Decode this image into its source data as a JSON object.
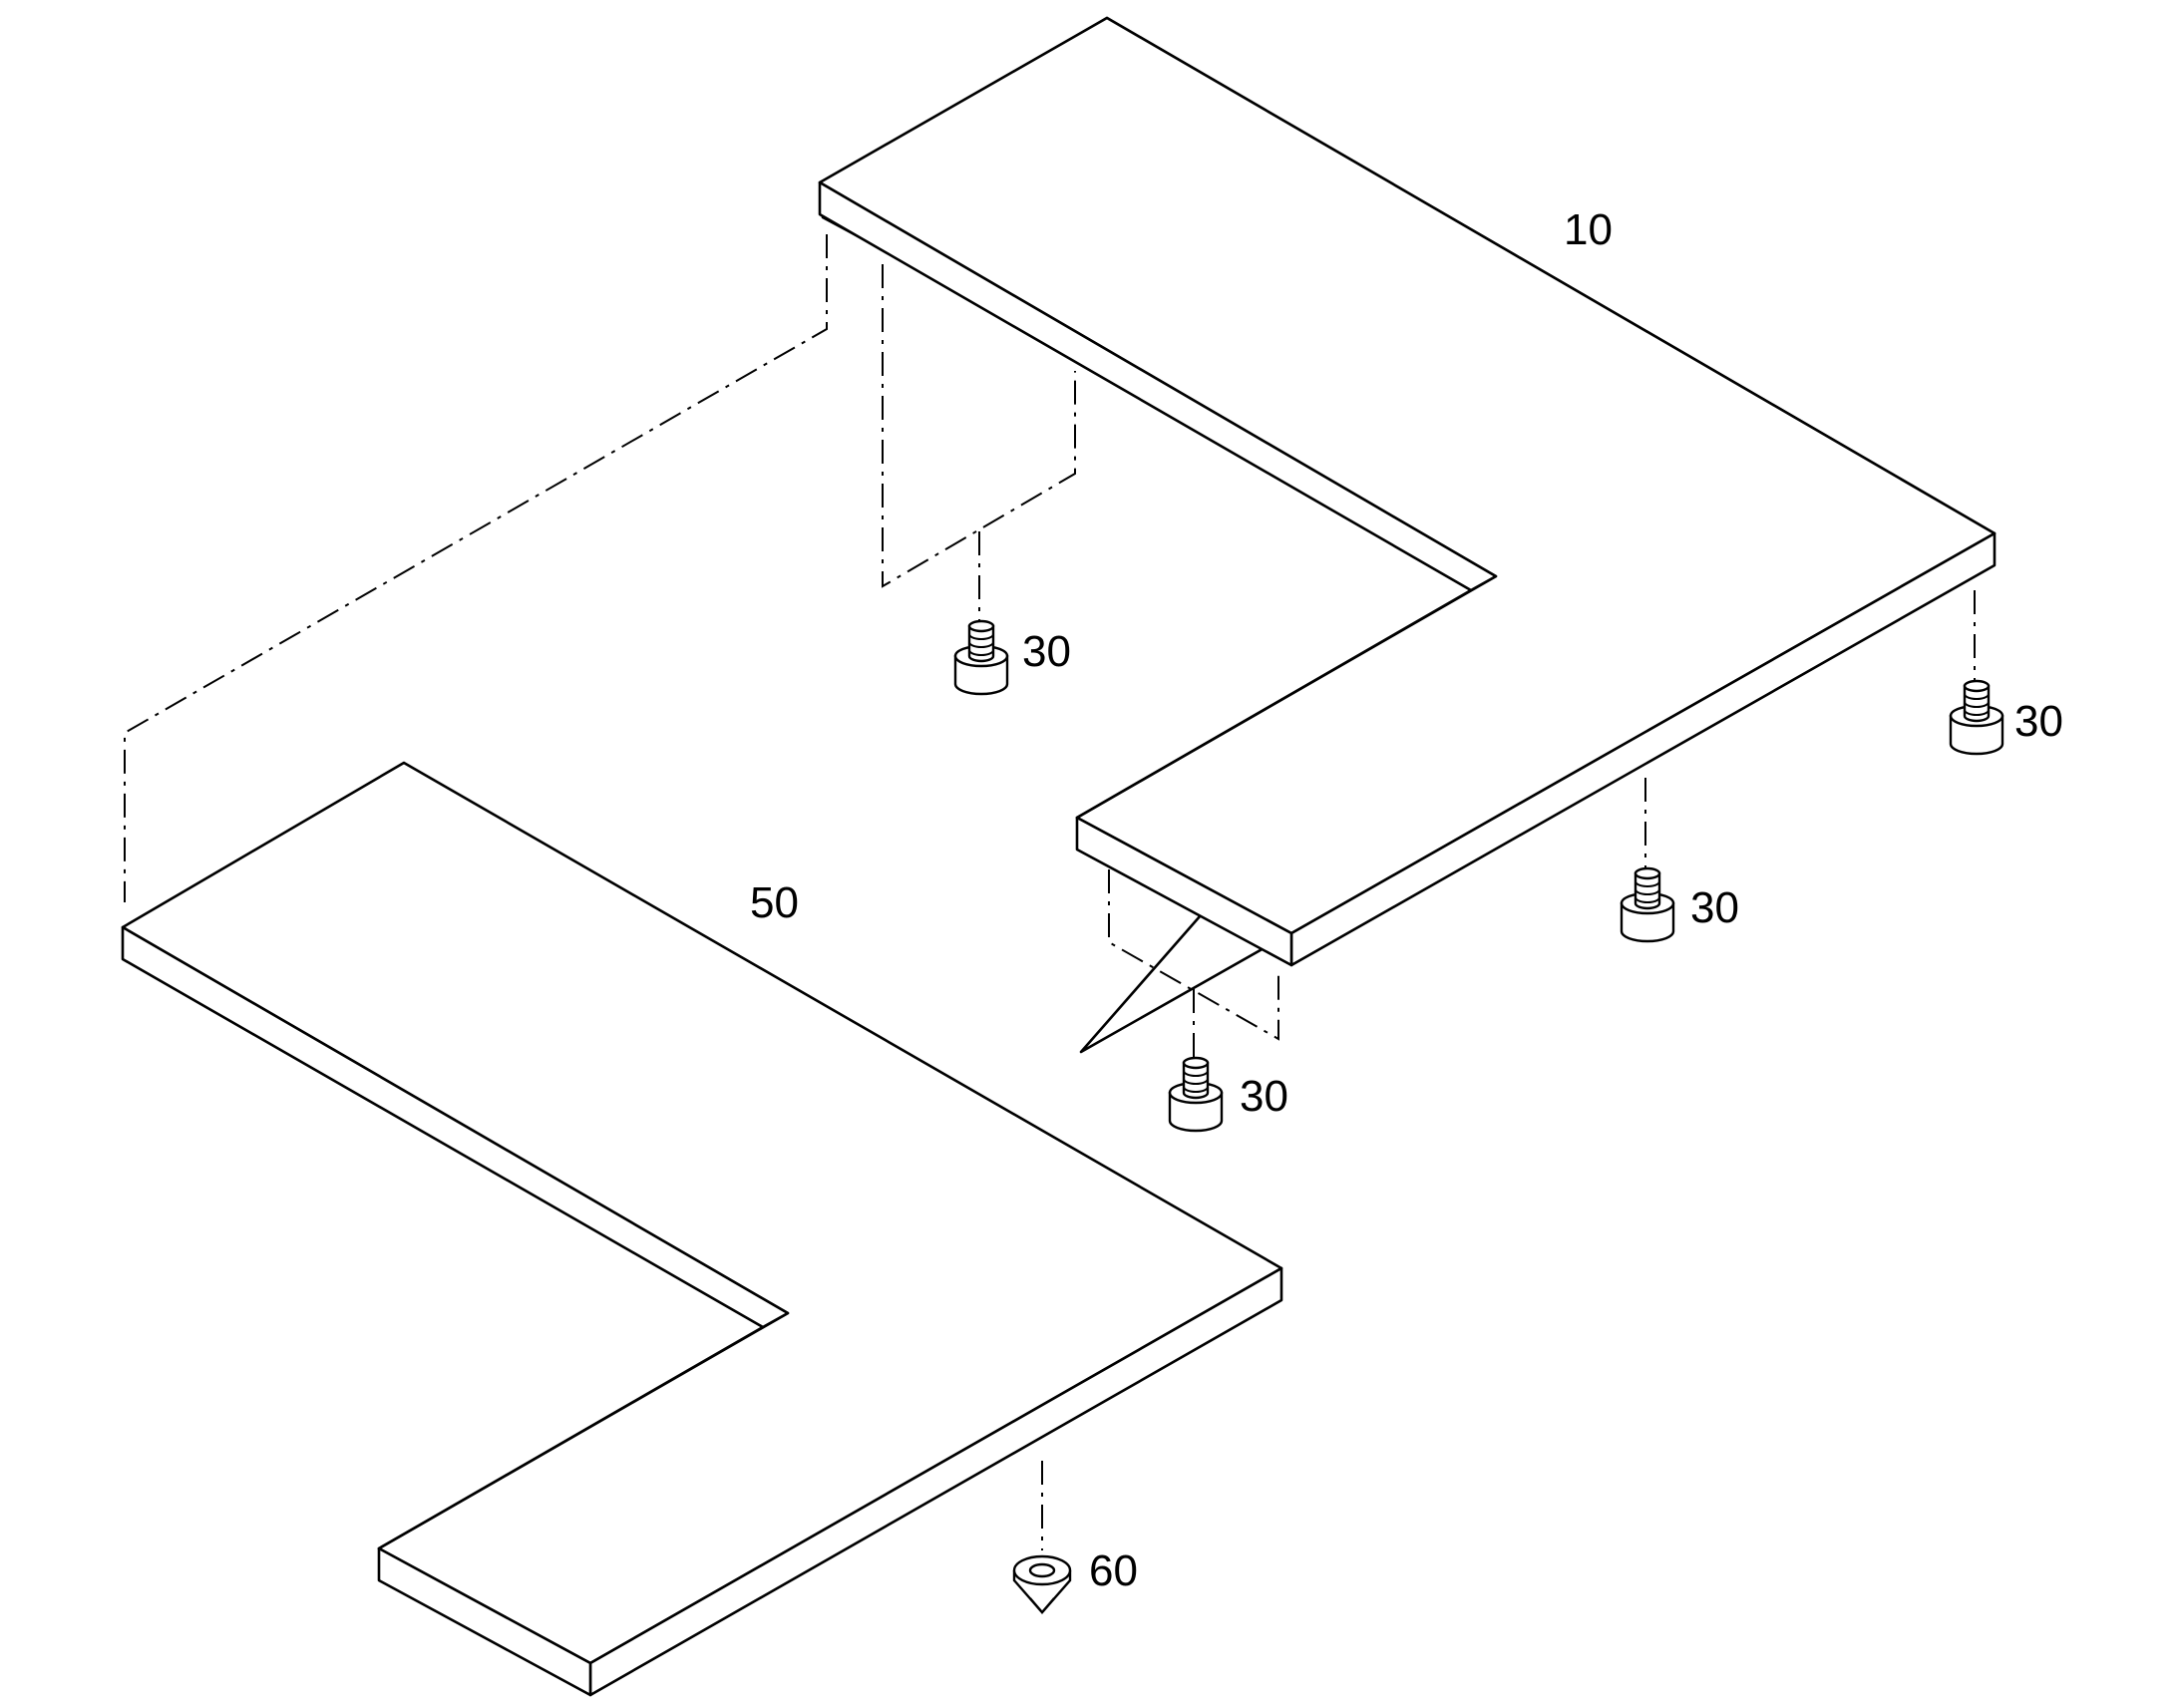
{
  "figure": {
    "labels": {
      "upper_shelf": "10",
      "lower_shelf": "50",
      "foot": "30",
      "spike": "60"
    }
  },
  "colors": {
    "line": "#000000",
    "background": "#ffffff"
  },
  "icons": [
    "foot-icon",
    "spike-icon"
  ]
}
